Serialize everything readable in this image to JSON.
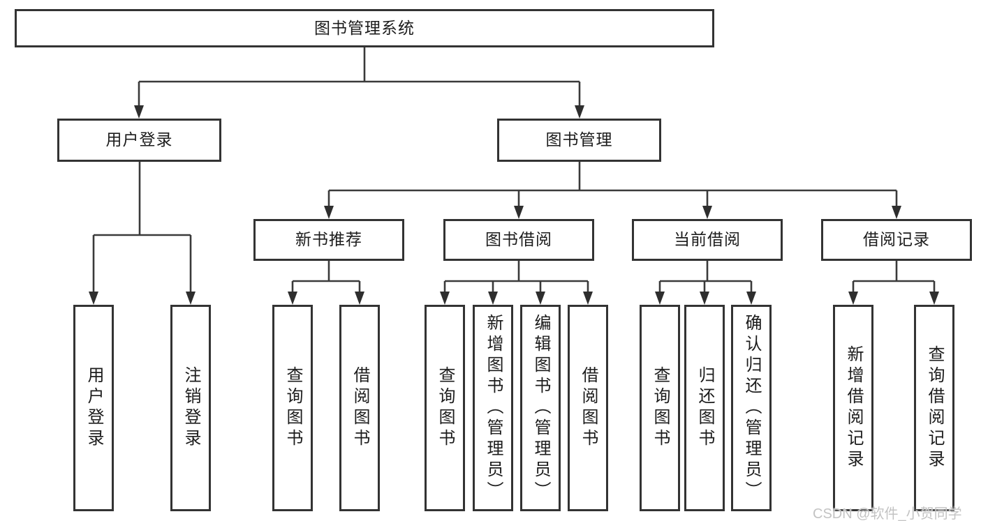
{
  "tree": {
    "root": {
      "label": "图书管理系统",
      "children": [
        {
          "label": "用户登录",
          "children": [
            {
              "label": "用户登录"
            },
            {
              "label": "注销登录"
            }
          ]
        },
        {
          "label": "图书管理",
          "children": [
            {
              "label": "新书推荐",
              "children": [
                {
                  "label": "查询图书"
                },
                {
                  "label": "借阅图书"
                }
              ]
            },
            {
              "label": "图书借阅",
              "children": [
                {
                  "label": "查询图书"
                },
                {
                  "label": "新增图书（管理员）"
                },
                {
                  "label": "编辑图书（管理员）"
                },
                {
                  "label": "借阅图书"
                }
              ]
            },
            {
              "label": "当前借阅",
              "children": [
                {
                  "label": "查询图书"
                },
                {
                  "label": "归还图书"
                },
                {
                  "label": "确认归还（管理员）"
                }
              ]
            },
            {
              "label": "借阅记录",
              "children": [
                {
                  "label": "新增借阅记录"
                },
                {
                  "label": "查询借阅记录"
                }
              ]
            }
          ]
        }
      ]
    }
  },
  "watermark": {
    "text": "CSDN @软件_小贺同学"
  },
  "colors": {
    "line": "#3a3a3a",
    "box_border": "#333333",
    "box_fill": "#ffffff",
    "text": "#1c1c1c",
    "background": "#ffffff",
    "watermark": "#c3c3c3"
  }
}
